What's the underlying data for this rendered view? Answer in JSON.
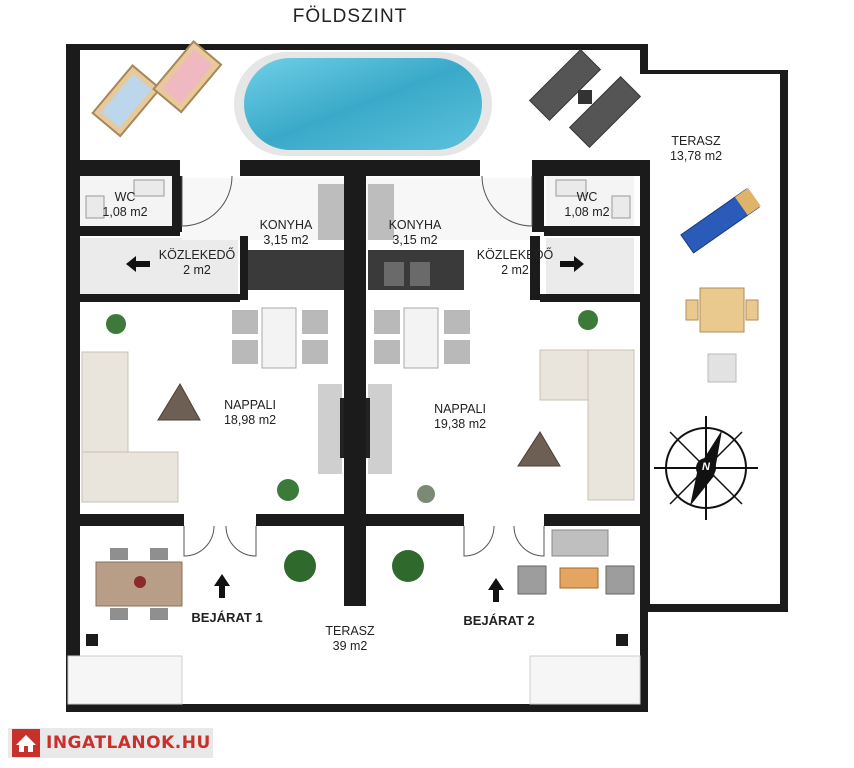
{
  "title": "FÖLDSZINT",
  "rooms": {
    "wc_left": {
      "name": "WC",
      "area": "1,08 m2"
    },
    "wc_right": {
      "name": "WC",
      "area": "1,08 m2"
    },
    "konyha_left": {
      "name": "KONYHA",
      "area": "3,15 m2"
    },
    "konyha_right": {
      "name": "KONYHA",
      "area": "3,15 m2"
    },
    "kozlekedo_left": {
      "name": "KÖZLEKEDŐ",
      "area": "2 m2"
    },
    "kozlekedo_right": {
      "name": "KÖZLEKEDŐ",
      "area": "2 m2"
    },
    "nappali_left": {
      "name": "NAPPALI",
      "area": "18,98 m2"
    },
    "nappali_right": {
      "name": "NAPPALI",
      "area": "19,38 m2"
    },
    "terasz_right": {
      "name": "TERASZ",
      "area": "13,78 m2"
    },
    "terasz_bottom": {
      "name": "TERASZ",
      "area": "39 m2"
    }
  },
  "entrances": {
    "left": "BEJÁRAT 1",
    "right": "BEJÁRAT 2"
  },
  "compass": {
    "label": "N"
  },
  "logo": {
    "text": "INGATLANOK.HU"
  },
  "colors": {
    "wall": "#1b1b1b",
    "pool": "#4fb8d4",
    "logo_red": "#c9302c"
  }
}
